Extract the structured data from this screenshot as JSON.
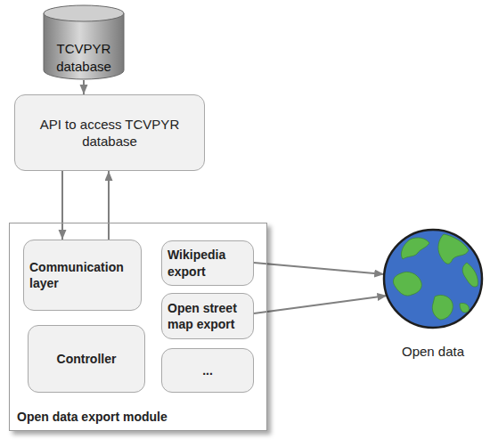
{
  "diagram": {
    "nodes": [
      {
        "text": [
          "TCVPYR database"
        ]
      },
      {
        "text": [
          "API to access TCVPYR database"
        ]
      },
      {
        "text": [
          "Open data export module"
        ]
      },
      {
        "text": [
          "Communication layer"
        ],
        "in": 2
      },
      {
        "text": [
          "Wikipedia export"
        ],
        "in": 2
      },
      {
        "text": [
          "Open street map export"
        ],
        "in": 2
      },
      {
        "text": [
          "Controller"
        ],
        "in": 2
      },
      {
        "text": [
          "..."
        ],
        "in": 2
      },
      {
        "text": [
          "Open data"
        ]
      }
    ],
    "edges": [
      {
        "from": 0,
        "to": 1,
        "arrow": "to"
      },
      {
        "from": 1,
        "to": 3,
        "arrow": "to"
      },
      {
        "from": 3,
        "to": 1,
        "arrow": "to"
      },
      {
        "from": 4,
        "to": 8,
        "arrow": "to"
      },
      {
        "from": 5,
        "to": 8,
        "arrow": "to"
      }
    ]
  }
}
